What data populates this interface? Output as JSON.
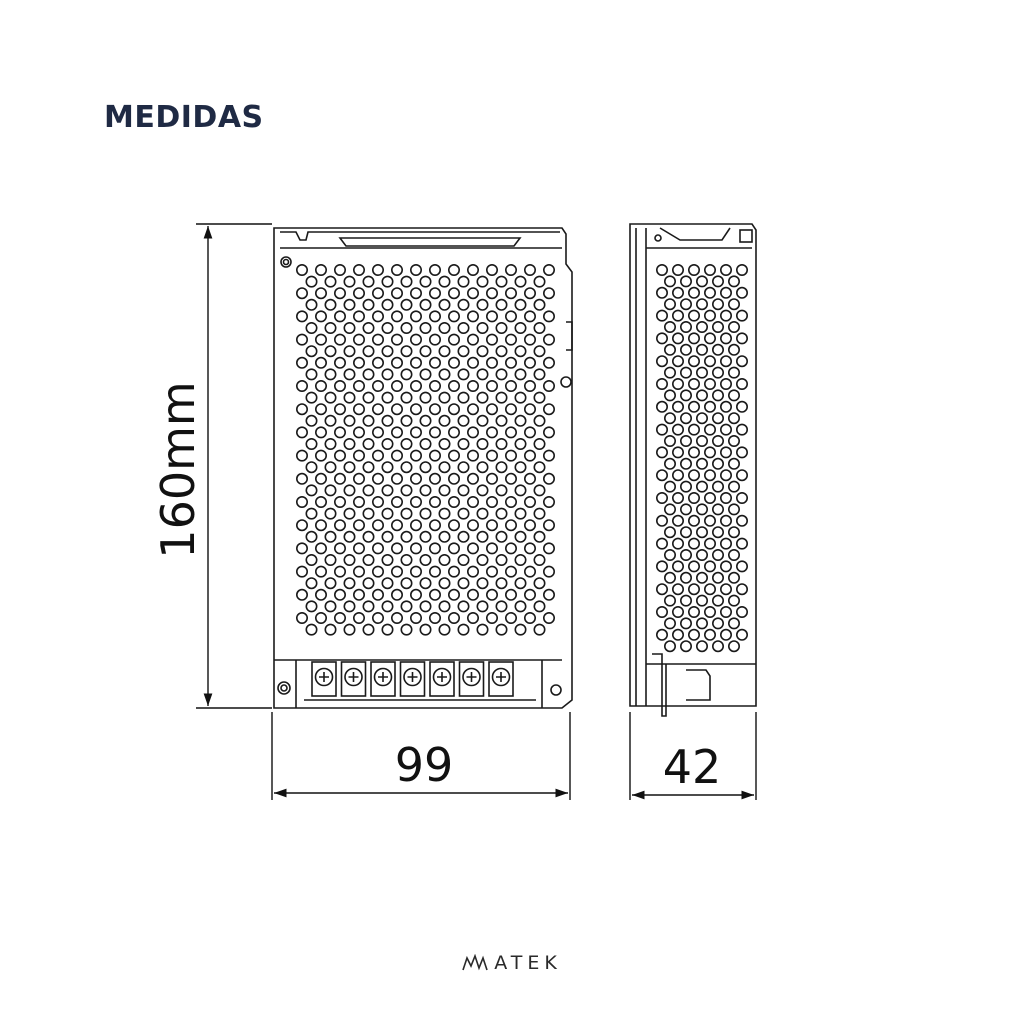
{
  "title": "MEDIDAS",
  "dimensions": {
    "height": "160mm",
    "width": "99",
    "depth": "42"
  },
  "brand": {
    "logo_text": "ATEK"
  },
  "colors": {
    "title": "#1f2a44",
    "line": "#1a1a1a",
    "background": "#ffffff"
  }
}
